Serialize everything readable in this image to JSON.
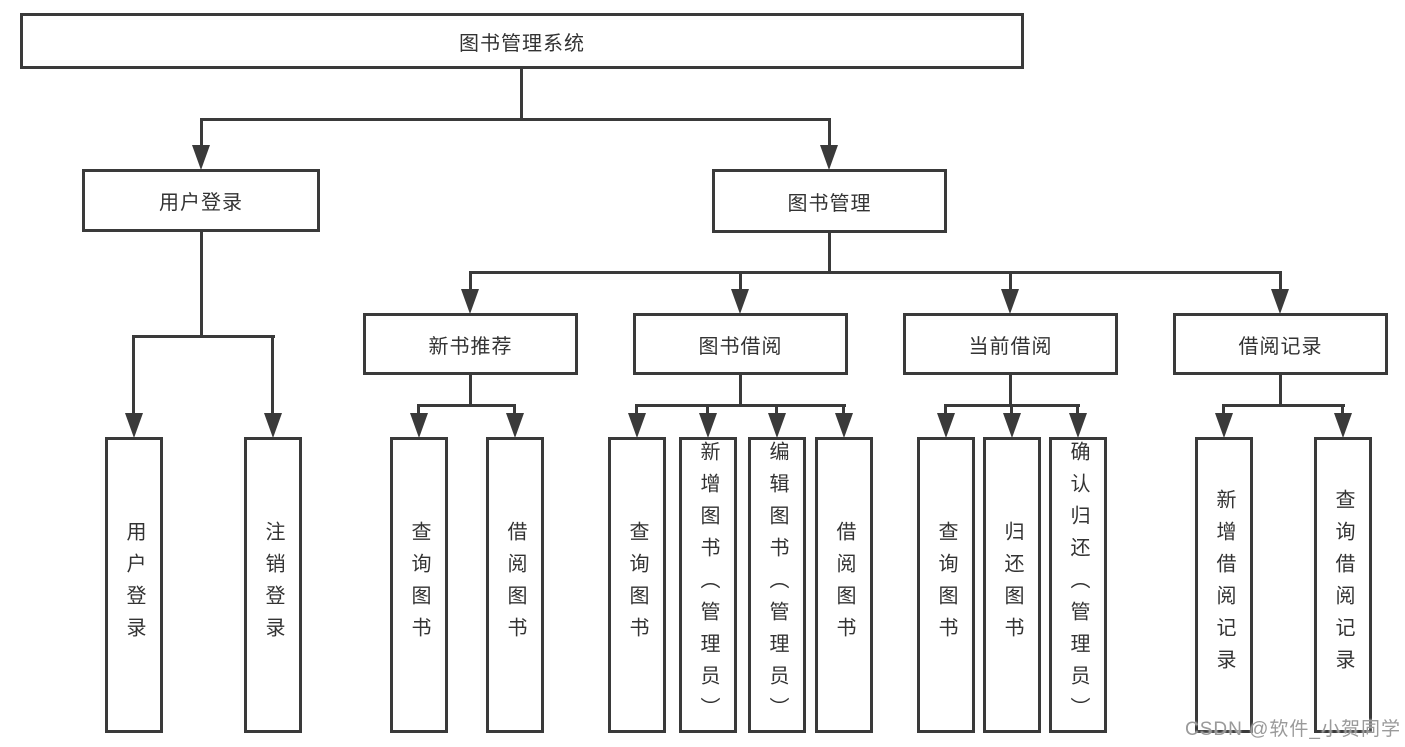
{
  "tree": {
    "root": {
      "label": "图书管理系统"
    },
    "branches": [
      {
        "label": "用户登录",
        "children": [
          {
            "label": "用户登录"
          },
          {
            "label": "注销登录"
          }
        ]
      },
      {
        "label": "图书管理",
        "children": [
          {
            "label": "新书推荐",
            "children": [
              {
                "label": "查询图书"
              },
              {
                "label": "借阅图书"
              }
            ]
          },
          {
            "label": "图书借阅",
            "children": [
              {
                "label": "查询图书"
              },
              {
                "label": "新增图书（管理员）"
              },
              {
                "label": "编辑图书（管理员）"
              },
              {
                "label": "借阅图书"
              }
            ]
          },
          {
            "label": "当前借阅",
            "children": [
              {
                "label": "查询图书"
              },
              {
                "label": "归还图书"
              },
              {
                "label": "确认归还（管理员）"
              }
            ]
          },
          {
            "label": "借阅记录",
            "children": [
              {
                "label": "新增借阅记录"
              },
              {
                "label": "查询借阅记录"
              }
            ]
          }
        ]
      }
    ]
  },
  "watermark": {
    "text": "CSDN @软件_小贺同学"
  },
  "colors": {
    "line": "#3a3a3a",
    "text": "#333333",
    "watermark": "#9a9a9a",
    "background": "#ffffff"
  }
}
